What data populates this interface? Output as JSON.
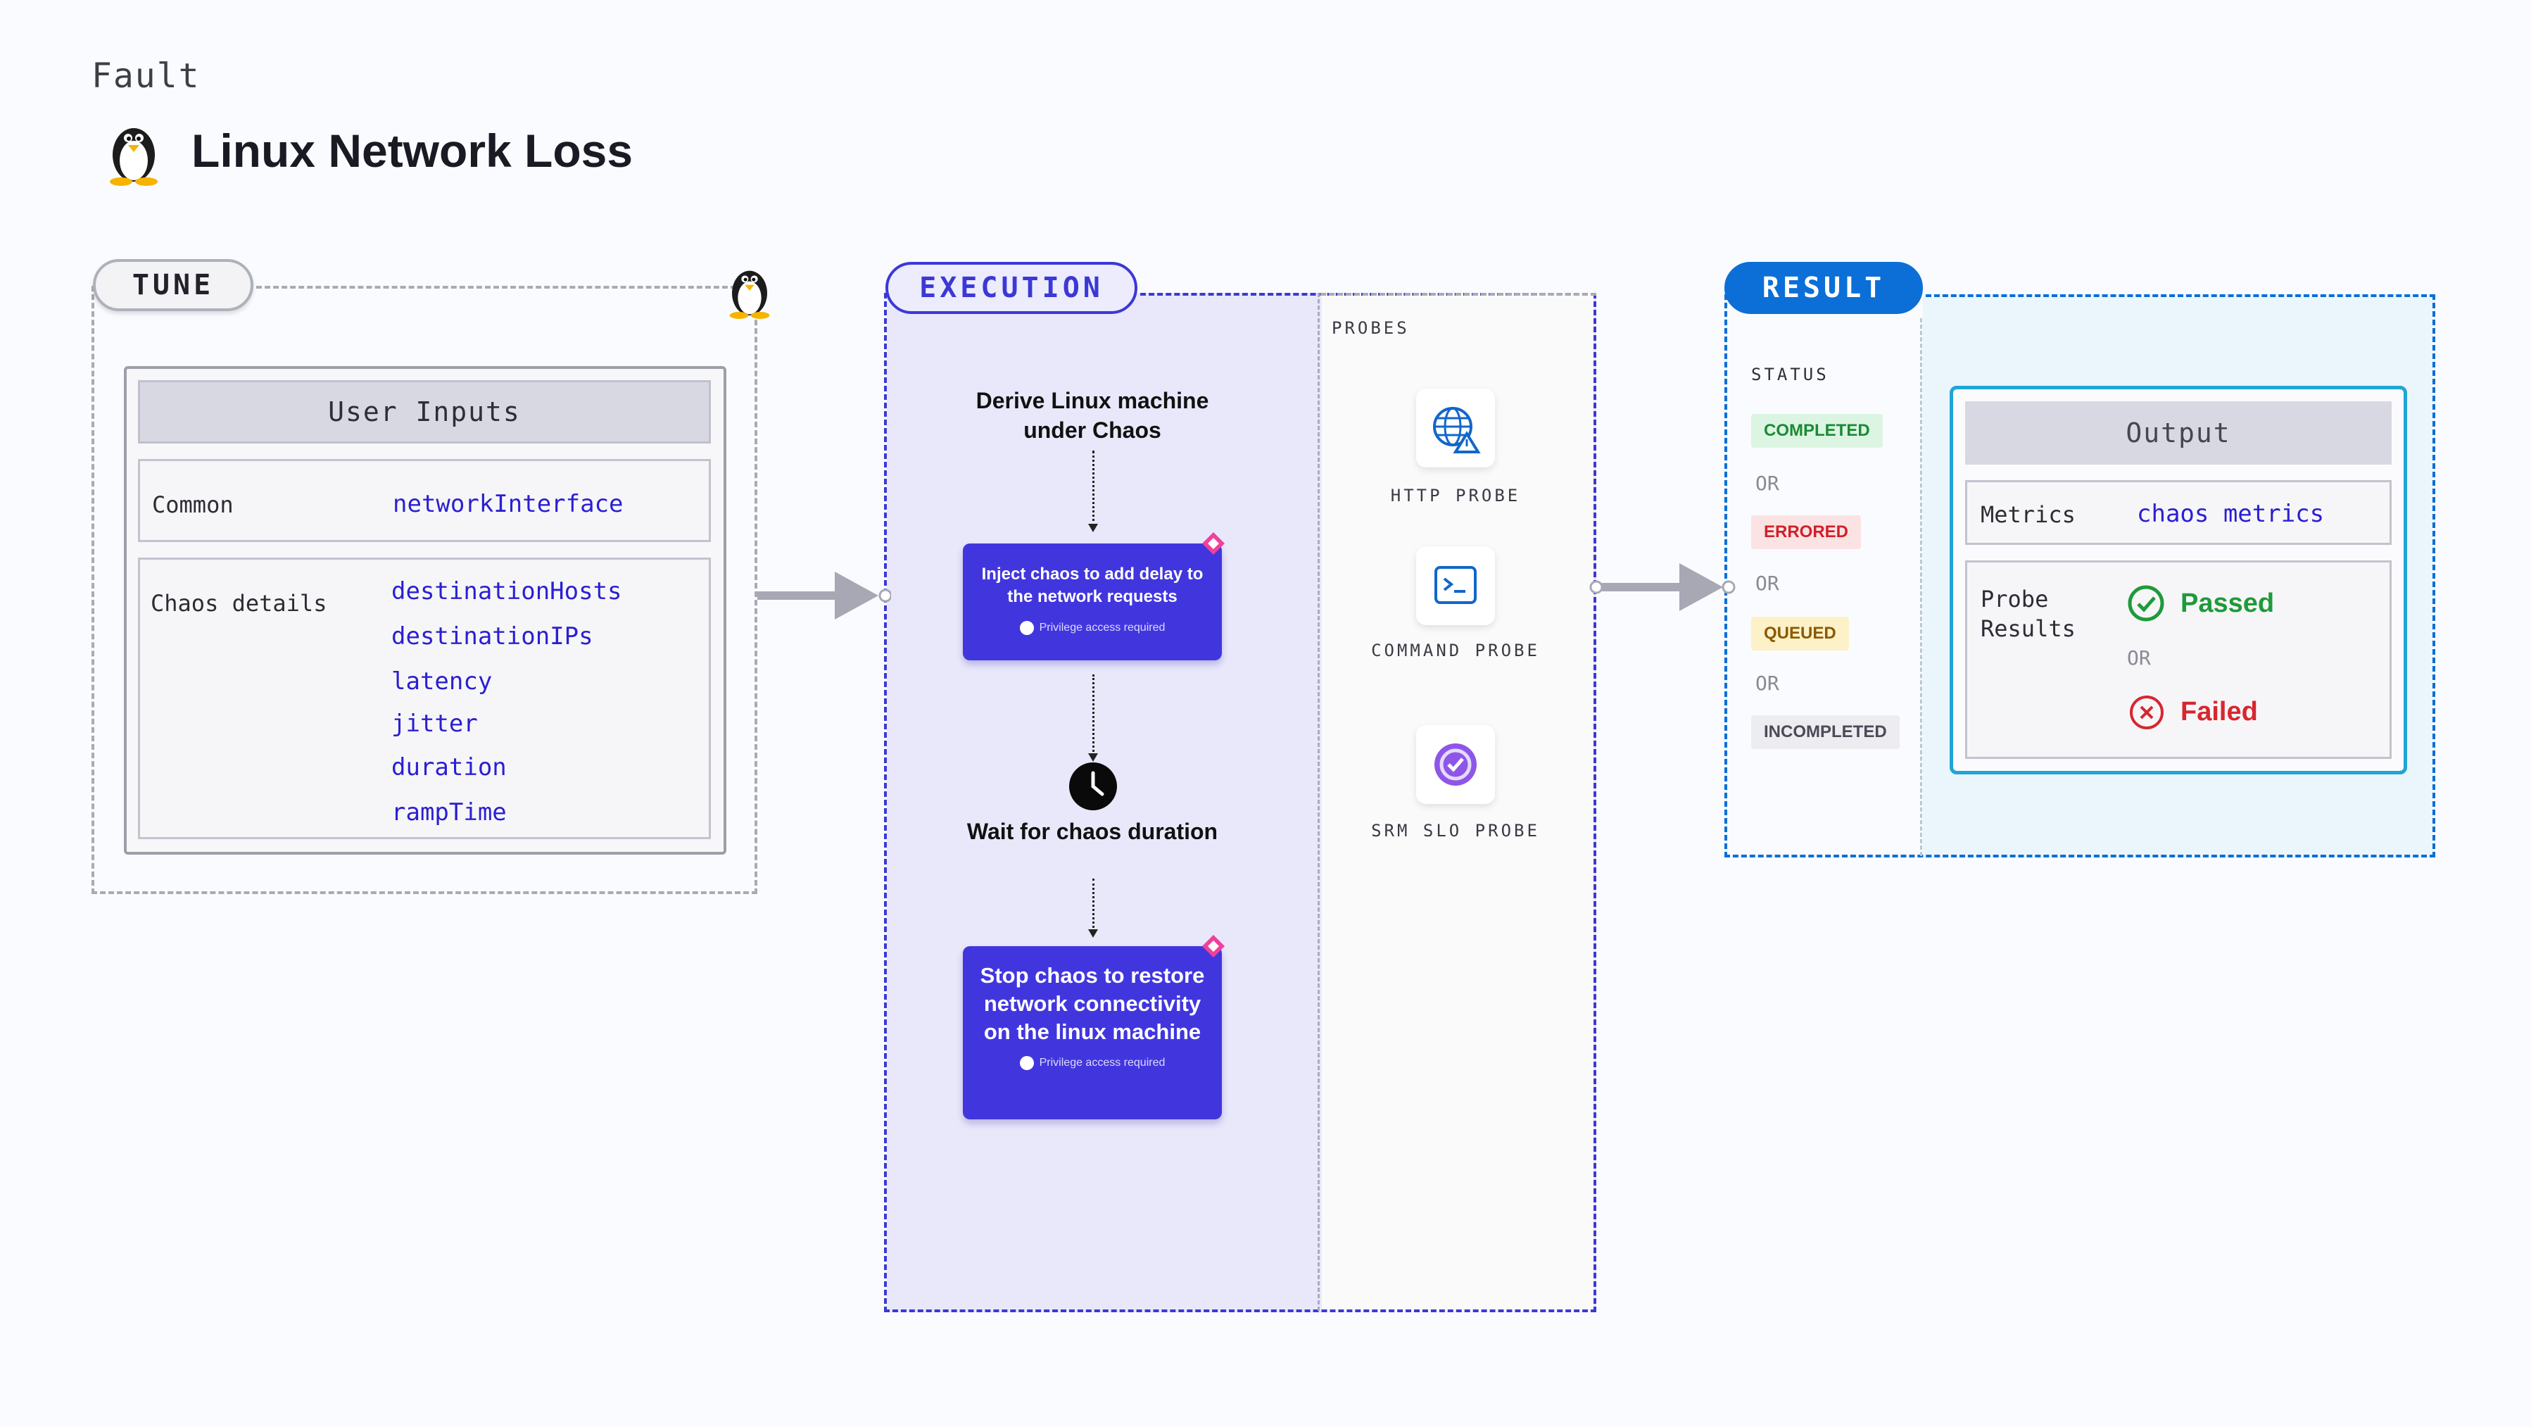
{
  "header": {
    "fault_label": "Fault",
    "title": "Linux Network Loss"
  },
  "sections": {
    "tune": "TUNE",
    "execution": "EXECUTION",
    "result": "RESULT"
  },
  "tune": {
    "panel_title": "User Inputs",
    "common_label": "Common",
    "common_params": [
      "networkInterface"
    ],
    "chaos_label": "Chaos details",
    "chaos_params": [
      "destinationHosts",
      "destinationIPs",
      "latency",
      "jitter",
      "duration",
      "rampTime"
    ]
  },
  "execution": {
    "step1": "Derive Linux machine under Chaos",
    "card1": "Inject chaos to add delay to the network requests",
    "card1_note": "Privilege access required",
    "step2": "Wait for chaos duration",
    "card2": "Stop chaos to restore network connectivity on the linux machine",
    "card2_note": "Privilege access required"
  },
  "probes": {
    "label": "PROBES",
    "items": [
      {
        "label": "HTTP PROBE",
        "icon": "globe-warning-icon"
      },
      {
        "label": "COMMAND PROBE",
        "icon": "terminal-icon"
      },
      {
        "label": "SRM SLO PROBE",
        "icon": "slo-icon"
      }
    ]
  },
  "result": {
    "status_label": "STATUS",
    "or_label": "OR",
    "statuses": [
      {
        "label": "COMPLETED",
        "color": "#1b8a35",
        "bg": "#dcf5e2"
      },
      {
        "label": "ERRORED",
        "color": "#d0202b",
        "bg": "#fbe3e3"
      },
      {
        "label": "QUEUED",
        "color": "#8a5a00",
        "bg": "#fdf1c8"
      },
      {
        "label": "INCOMPLETED",
        "color": "#4a4a58",
        "bg": "#ececf1"
      }
    ],
    "output_title": "Output",
    "metrics_label": "Metrics",
    "metrics_value": "chaos metrics",
    "probe_results_label": "Probe Results",
    "passed": "Passed",
    "failed": "Failed",
    "colors": {
      "passed": "#1f9a3a",
      "failed": "#d8262f",
      "accent": "#0b6fd7"
    }
  }
}
